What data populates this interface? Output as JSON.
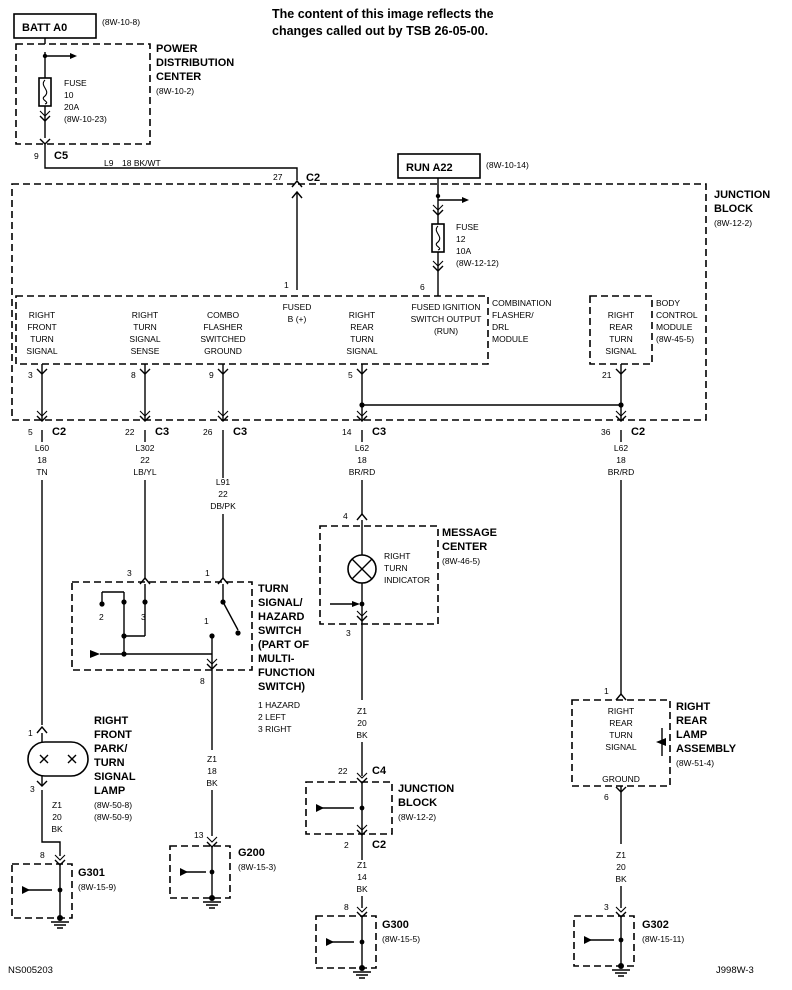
{
  "notice": [
    "The content of this image reflects the",
    "changes called out by TSB 26-05-00."
  ],
  "footer": {
    "left": "NS005203",
    "right": "J998W-3"
  },
  "batt": {
    "label": "BATT A0",
    "ref": "(8W-10-8)"
  },
  "run": {
    "label": "RUN A22",
    "ref": "(8W-10-14)"
  },
  "pdc": {
    "title": [
      "POWER",
      "DISTRIBUTION",
      "CENTER"
    ],
    "ref": "(8W-10-2)",
    "fuse": [
      "FUSE",
      "10",
      "20A",
      "(8W-10-23)"
    ],
    "pin": "9",
    "connector": "C5"
  },
  "wire_l9": {
    "circuit": "L9",
    "gauge_color": "18 BK/WT"
  },
  "jb_c2_in": {
    "pin": "27",
    "connector": "C2"
  },
  "jb": {
    "title": [
      "JUNCTION",
      "BLOCK"
    ],
    "ref": "(8W-12-2)",
    "fuse": [
      "FUSE",
      "12",
      "10A",
      "(8W-12-12)"
    ],
    "fuse_pin": "6"
  },
  "flasher": {
    "title": [
      "COMBINATION",
      "FLASHER/",
      "DRL",
      "MODULE"
    ],
    "fused_b": {
      "pin": "1",
      "label": [
        "FUSED",
        "B (+)"
      ]
    },
    "fused_ign": [
      "FUSED IGNITION",
      "SWITCH OUTPUT",
      "(RUN)"
    ],
    "outputs": [
      {
        "label": [
          "RIGHT",
          "FRONT",
          "TURN",
          "SIGNAL"
        ],
        "pin": "3"
      },
      {
        "label": [
          "RIGHT",
          "TURN",
          "SIGNAL",
          "SENSE"
        ],
        "pin": "8"
      },
      {
        "label": [
          "COMBO",
          "FLASHER",
          "SWITCHED",
          "GROUND"
        ],
        "pin": "9"
      },
      {
        "label": [
          "RIGHT",
          "REAR",
          "TURN",
          "SIGNAL"
        ],
        "pin": "5"
      }
    ]
  },
  "bcm": {
    "title": [
      "BODY",
      "CONTROL",
      "MODULE",
      "(8W-45-5)"
    ],
    "label": [
      "RIGHT",
      "REAR",
      "TURN",
      "SIGNAL"
    ],
    "pin": "21"
  },
  "jb_out": [
    {
      "pin": "5",
      "connector": "C2",
      "circuit": "L60",
      "gauge": "18",
      "color": "TN"
    },
    {
      "pin": "22",
      "connector": "C3",
      "circuit": "L302",
      "gauge": "22",
      "color": "LB/YL"
    },
    {
      "pin": "26",
      "connector": "C3",
      "circuit": "L91",
      "gauge": "22",
      "color": "DB/PK"
    },
    {
      "pin": "14",
      "connector": "C3",
      "circuit": "L62",
      "gauge": "18",
      "color": "BR/RD"
    },
    {
      "pin": "36",
      "connector": "C2",
      "circuit": "L62",
      "gauge": "18",
      "color": "BR/RD"
    }
  ],
  "msg_center": {
    "title": [
      "MESSAGE",
      "CENTER"
    ],
    "ref": "(8W-46-5)",
    "label": [
      "RIGHT",
      "TURN",
      "INDICATOR"
    ],
    "pin_in": "4",
    "pin_out": "3"
  },
  "turn_switch": {
    "title": [
      "TURN",
      "SIGNAL/",
      "HAZARD",
      "SWITCH",
      "(PART OF",
      "MULTI-",
      "FUNCTION",
      "SWITCH)"
    ],
    "legend": [
      "1 HAZARD",
      "2 LEFT",
      "3 RIGHT"
    ],
    "pin_a": "3",
    "pin_b": "1",
    "pin_out": "8",
    "contacts": [
      "2",
      "3",
      "1"
    ]
  },
  "front_lamp": {
    "title": [
      "RIGHT",
      "FRONT",
      "PARK/",
      "TURN",
      "SIGNAL",
      "LAMP"
    ],
    "refs": [
      "(8W-50-8)",
      "(8W-50-9)"
    ],
    "pin_in": "1",
    "pin_out": "3"
  },
  "rear_lamp": {
    "title": [
      "RIGHT",
      "REAR",
      "LAMP",
      "ASSEMBLY"
    ],
    "ref": "(8W-51-4)",
    "label": [
      "RIGHT",
      "REAR",
      "TURN",
      "SIGNAL"
    ],
    "ground": "GROUND",
    "pin_in": "1",
    "pin_out": "6"
  },
  "jb_lower": {
    "title": [
      "JUNCTION",
      "BLOCK"
    ],
    "ref": "(8W-12-2)",
    "pin_in": "22",
    "conn_in": "C4",
    "pin_out": "2",
    "conn_out": "C2"
  },
  "ground_wires": [
    {
      "circuit": "Z1",
      "gauge": "20",
      "color": "BK"
    },
    {
      "circuit": "Z1",
      "gauge": "18",
      "color": "BK"
    },
    {
      "circuit": "Z1",
      "gauge": "20",
      "color": "BK"
    },
    {
      "circuit": "Z1",
      "gauge": "14",
      "color": "BK"
    },
    {
      "circuit": "Z1",
      "gauge": "20",
      "color": "BK"
    }
  ],
  "grounds": [
    {
      "name": "G301",
      "ref": "(8W-15-9)",
      "pin": "8"
    },
    {
      "name": "G200",
      "ref": "(8W-15-3)",
      "pin": "13"
    },
    {
      "name": "G300",
      "ref": "(8W-15-5)",
      "pin": "8"
    },
    {
      "name": "G302",
      "ref": "(8W-15-11)",
      "pin": "3"
    }
  ]
}
